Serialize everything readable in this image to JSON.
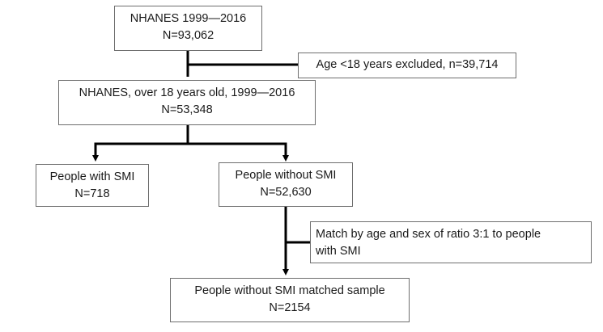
{
  "nodes": {
    "total": {
      "line1": "NHANES 1999—2016",
      "line2": "N=93,062"
    },
    "excluded": {
      "line1": "Age <18 years excluded, n=39,714"
    },
    "adults": {
      "line1": "NHANES, over 18 years old, 1999—2016",
      "line2": "N=53,348"
    },
    "smi": {
      "line1": "People with SMI",
      "line2": "N=718"
    },
    "no_smi": {
      "line1": "People without SMI",
      "line2": "N=52,630"
    },
    "match": {
      "line1": "Match by age and sex of ratio 3:1 to people",
      "line2": "with SMI"
    },
    "matched": {
      "line1": "People without SMI matched sample",
      "line2": "N=2154"
    }
  },
  "colors": {
    "line": "#000000",
    "border": "#6e6e6e"
  }
}
